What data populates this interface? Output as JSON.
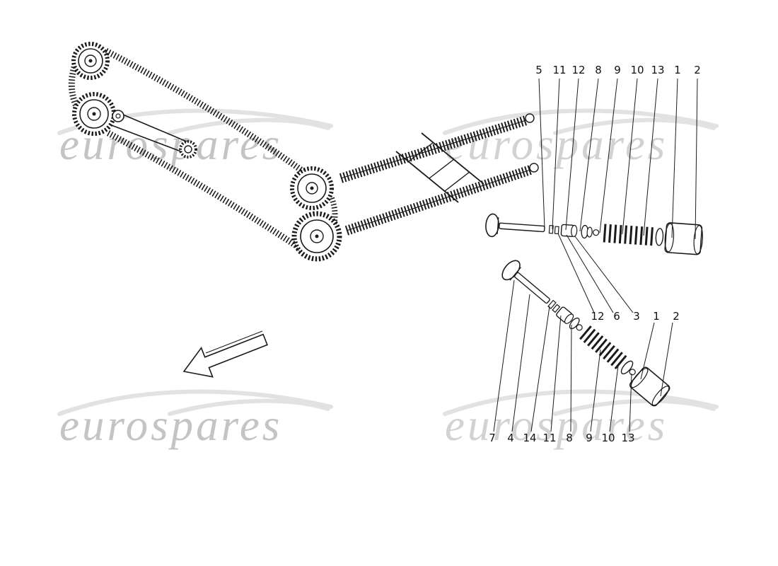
{
  "diagram": {
    "watermark_text": "eurospares",
    "colors": {
      "background": "#ffffff",
      "ink": "#1b1b1b",
      "watermark": "#c4c4c4",
      "watermark_light": "#d2d2d2",
      "swoosh": "#e2e2e2"
    },
    "callouts": {
      "top": [
        "5",
        "11",
        "12",
        "8",
        "9",
        "10",
        "13",
        "1",
        "2"
      ],
      "middle": [
        "12",
        "6",
        "3",
        "1",
        "2"
      ],
      "bottom": [
        "7",
        "4",
        "14",
        "11",
        "8",
        "9",
        "10",
        "13"
      ]
    }
  }
}
